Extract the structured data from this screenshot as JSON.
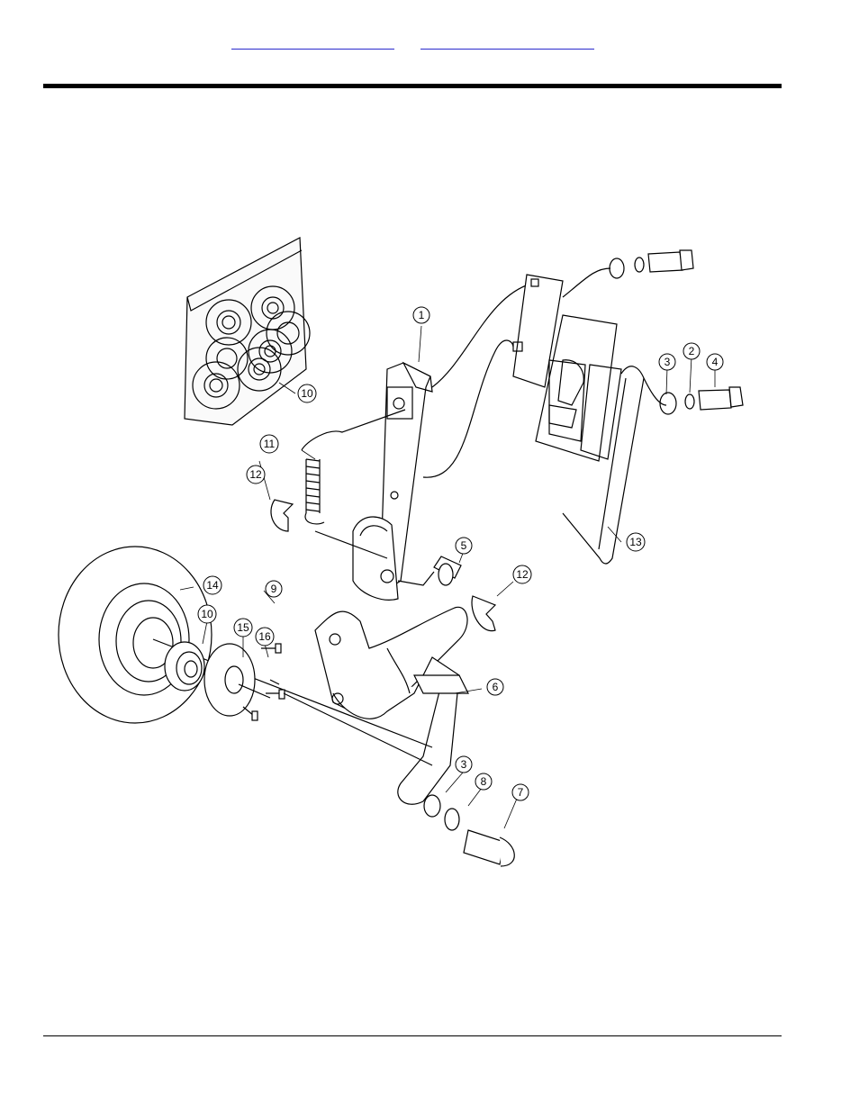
{
  "header": {
    "links": [
      {
        "label": ""
      },
      {
        "label": ""
      }
    ]
  },
  "diagram": {
    "callouts": [
      "1",
      "2",
      "3",
      "4",
      "10",
      "11",
      "12",
      "13",
      "5",
      "12",
      "14",
      "9",
      "10",
      "15",
      "16",
      "6",
      "3",
      "8",
      "7"
    ]
  },
  "colors": {
    "link": "#2a2acc",
    "rule": "#000000",
    "line": "#000000"
  }
}
